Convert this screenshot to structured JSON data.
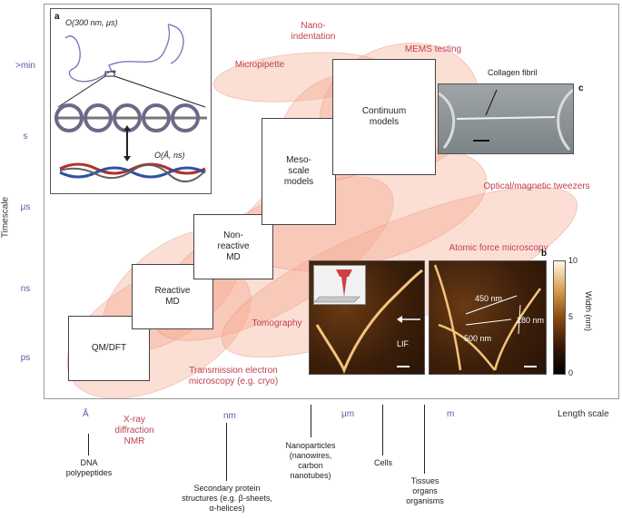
{
  "axes": {
    "y_title": "Timescale",
    "x_title": "Length scale",
    "y_ticks": [
      ">min",
      "s",
      "μs",
      "ns",
      "ps"
    ],
    "x_ticks": [
      "Å",
      "nm",
      "μm",
      "m"
    ]
  },
  "models": [
    {
      "label": "QM/DFT"
    },
    {
      "label": "Reactive\nMD"
    },
    {
      "label": "Non-\nreactive\nMD"
    },
    {
      "label": "Meso-\nscale\nmodels"
    },
    {
      "label": "Continuum\nmodels"
    }
  ],
  "techniques": {
    "nanoindentation": "Nano-\nindentation",
    "mems": "MEMS testing",
    "micropipette": "Micropipette",
    "tweezers": "Optical/magnetic tweezers",
    "afm": "Atomic force microscopy",
    "tomography": "Tomography",
    "tem": "Transmission electron\nmicroscopy (e.g. cryo)",
    "xray": "X-ray\ndiffraction\nNMR"
  },
  "panel_a": {
    "letter": "a",
    "top_label": "O(300 nm, μs)",
    "bottom_label": "O(Å, ns)"
  },
  "panel_b": {
    "letter": "b",
    "lif": "LIF",
    "m450": "450 nm",
    "m280": "280 nm",
    "m500": "500 nm",
    "colorbar_title": "Width (nm)",
    "colorbar_ticks": [
      "10",
      "5",
      "0"
    ]
  },
  "panel_c": {
    "letter": "c",
    "label": "Collagen fibril"
  },
  "scale_items": {
    "dna": "DNA\npolypeptides",
    "secondary": "Secondary protein\nstructures (e.g. β-sheets,\nα-helices)",
    "nano": "Nanoparticles\n(nanowires,\ncarbon\nnanotubes)",
    "cells": "Cells",
    "tissues": "Tissues\norgans\norganisms"
  },
  "colors": {
    "blob": "#f4a98f",
    "technique_text": "#c04050",
    "tick_text": "#5a5aa8"
  }
}
